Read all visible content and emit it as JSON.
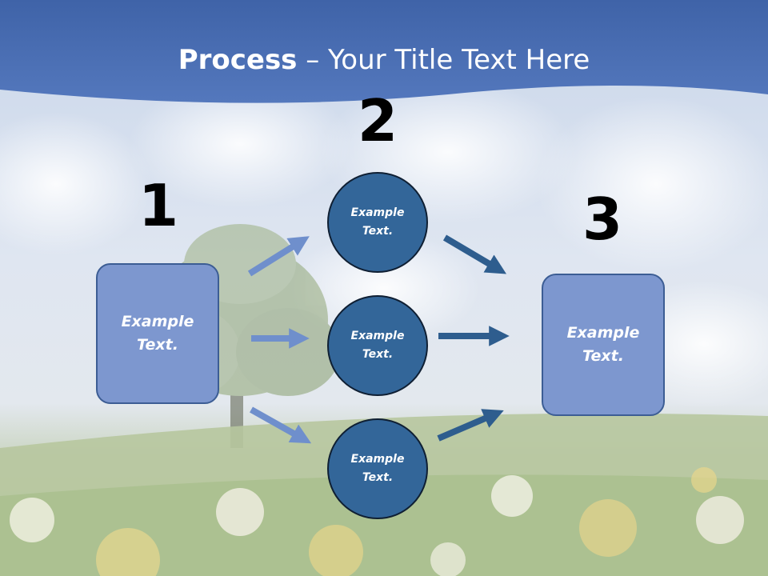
{
  "title": {
    "bold": "Process",
    "rest": " – Your Title Text Here"
  },
  "steps": [
    {
      "number": "1",
      "text": "Example Text."
    },
    {
      "number": "2",
      "items": [
        "Example Text.",
        "Example Text.",
        "Example Text."
      ]
    },
    {
      "number": "3",
      "text": "Example Text."
    }
  ],
  "colors": {
    "header": "#4a6fb5",
    "box_fill": "#7d97cf",
    "circle_fill": "#336699",
    "arrow_light": "#6f8fcc",
    "arrow_dark": "#2e5d8e"
  }
}
